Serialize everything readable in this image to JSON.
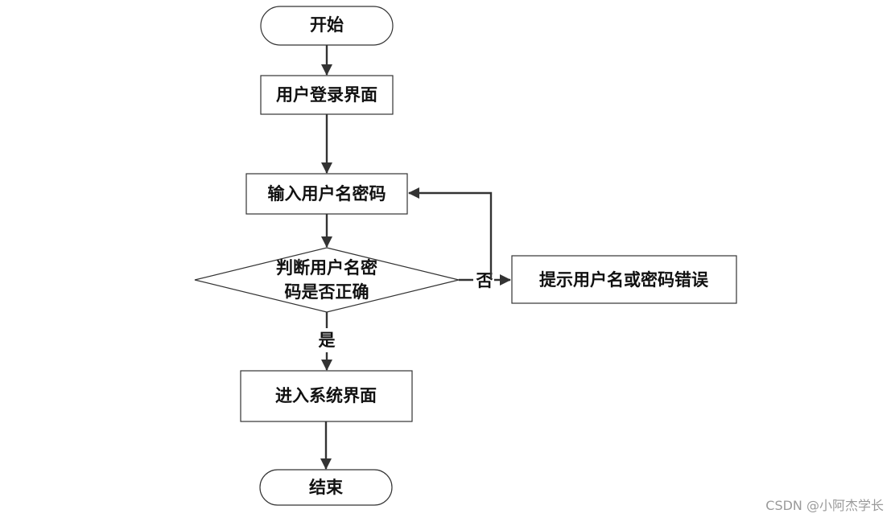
{
  "nodes": {
    "start": "开始",
    "login_page": "用户登录界面",
    "input_credentials": "输入用户名密码",
    "check_line1": "判断用户名密",
    "check_line2": "码是否正确",
    "error_prompt": "提示用户名或密码错误",
    "enter_system": "进入系统界面",
    "end": "结束"
  },
  "edges": {
    "yes_label": "是",
    "no_label": "否"
  },
  "watermark": "CSDN @小阿杰学长",
  "colors": {
    "stroke": "#333333",
    "text": "#111111",
    "watermark": "#9a9a9a"
  }
}
